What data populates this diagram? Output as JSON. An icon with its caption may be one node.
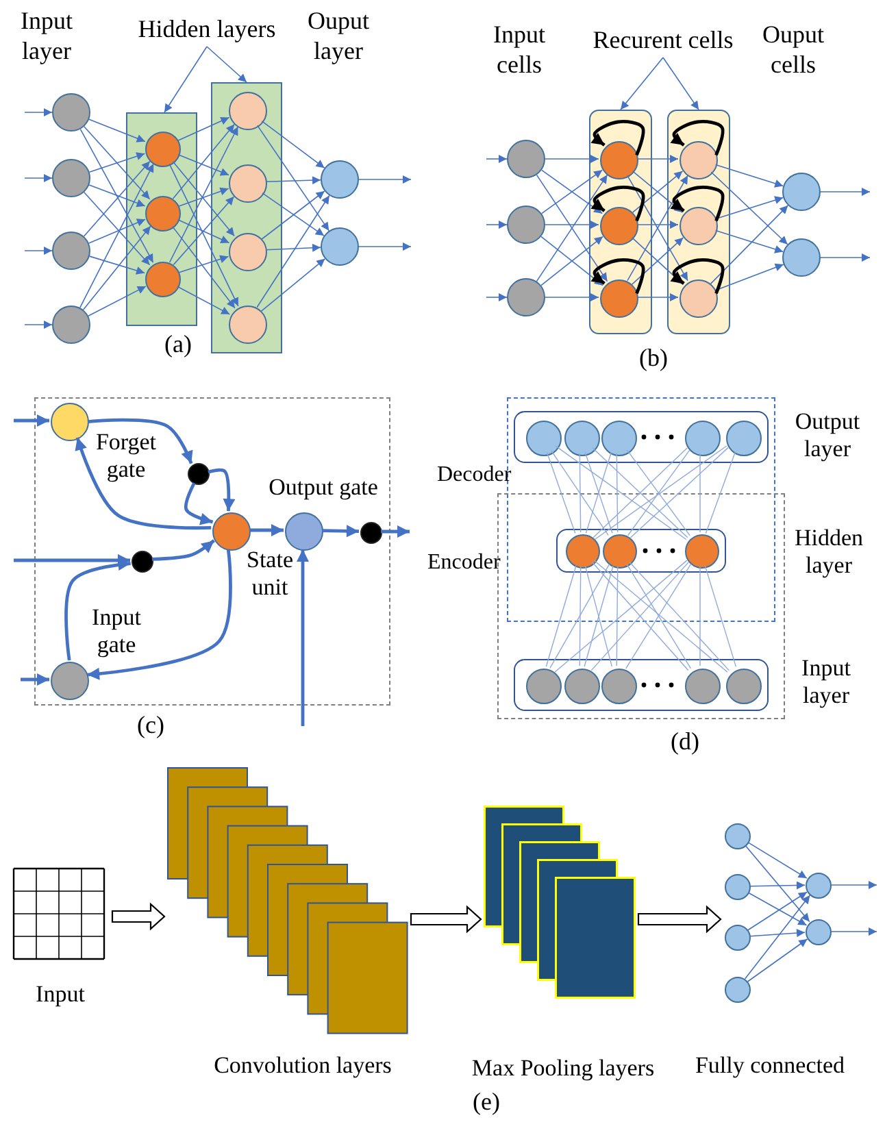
{
  "diagram": {
    "nodes": [
      {
        "text": [
          "Hidden layers"
        ]
      },
      {
        "text": [],
        "shape": "circle"
      },
      {
        "text": [],
        "shape": "circle"
      },
      {
        "text": [],
        "shape": "circle"
      },
      {
        "text": [],
        "shape": "circle"
      },
      {
        "text": [],
        "shape": "box"
      },
      {
        "text": [],
        "shape": "circle",
        "in": 5
      },
      {
        "text": [],
        "shape": "circle",
        "in": 5
      },
      {
        "text": [],
        "shape": "circle",
        "in": 5
      },
      {
        "text": [],
        "shape": "box"
      },
      {
        "text": [],
        "shape": "circle",
        "in": 9
      },
      {
        "text": [],
        "shape": "circle",
        "in": 9
      },
      {
        "text": [],
        "shape": "circle",
        "in": 9
      },
      {
        "text": [],
        "shape": "circle",
        "in": 9
      },
      {
        "text": [],
        "shape": "circle"
      },
      {
        "text": [],
        "shape": "circle"
      },
      {
        "text": [
          "Recurent cells"
        ]
      },
      {
        "text": [],
        "shape": "circle"
      },
      {
        "text": [],
        "shape": "circle"
      },
      {
        "text": [],
        "shape": "circle"
      },
      {
        "text": [],
        "shape": "box"
      },
      {
        "text": [],
        "shape": "circle",
        "in": 20
      },
      {
        "text": [],
        "shape": "circle",
        "in": 20
      },
      {
        "text": [],
        "shape": "circle",
        "in": 20
      },
      {
        "text": [],
        "shape": "box"
      },
      {
        "text": [],
        "shape": "circle",
        "in": 24
      },
      {
        "text": [],
        "shape": "circle",
        "in": 24
      },
      {
        "text": [],
        "shape": "circle",
        "in": 24
      },
      {
        "text": [],
        "shape": "circle"
      },
      {
        "text": [],
        "shape": "circle"
      },
      {
        "text": [],
        "shape": "box"
      },
      {
        "text": [],
        "shape": "circle",
        "in": 30,
        "beside": [
          "Forget gate"
        ]
      },
      {
        "text": [],
        "shape": "circle",
        "in": 30
      },
      {
        "text": [],
        "shape": "circle",
        "in": 30,
        "beside": [
          "State unit"
        ]
      },
      {
        "text": [],
        "shape": "circle",
        "in": 30,
        "beside": [
          "Output gate"
        ]
      },
      {
        "text": [],
        "shape": "circle",
        "in": 30
      },
      {
        "text": [],
        "shape": "circle",
        "in": 30
      },
      {
        "text": [],
        "shape": "circle",
        "in": 30,
        "beside": [
          "Input gate"
        ]
      },
      {
        "text": [
          "Decoder"
        ]
      },
      {
        "text": [],
        "shape": "box",
        "in": 38,
        "beside": [
          "Output layer"
        ]
      },
      {
        "text": [],
        "shape": "circle",
        "in": 39
      },
      {
        "text": [],
        "shape": "circle",
        "in": 39
      },
      {
        "text": [],
        "shape": "circle",
        "in": 39
      },
      {
        "text": [],
        "shape": "circle",
        "in": 39
      },
      {
        "text": [],
        "shape": "circle",
        "in": 39
      },
      {
        "text": [
          "Encoder"
        ]
      },
      {
        "text": [],
        "shape": "box",
        "beside": [
          "Hidden layer"
        ]
      },
      {
        "text": [],
        "shape": "circle",
        "in": 46
      },
      {
        "text": [],
        "shape": "circle",
        "in": 46
      },
      {
        "text": [],
        "shape": "circle",
        "in": 46
      },
      {
        "text": [],
        "shape": "box",
        "in": 45,
        "beside": [
          "Input layer"
        ]
      },
      {
        "text": [],
        "shape": "circle",
        "in": 50
      },
      {
        "text": [],
        "shape": "circle",
        "in": 50
      },
      {
        "text": [],
        "shape": "circle",
        "in": 50
      },
      {
        "text": [],
        "shape": "circle",
        "in": 50
      },
      {
        "text": [],
        "shape": "circle",
        "in": 50
      },
      {
        "text": [
          "Input"
        ]
      },
      {
        "text": [
          "Convolution layers"
        ]
      },
      {
        "text": [
          "Max Pooling layers"
        ]
      },
      {
        "text": [
          "Fully connected"
        ]
      },
      {
        "text": [],
        "shape": "circle",
        "in": 59
      },
      {
        "text": [],
        "shape": "circle",
        "in": 59
      },
      {
        "text": [],
        "shape": "circle",
        "in": 59
      },
      {
        "text": [],
        "shape": "circle",
        "in": 59
      },
      {
        "text": [],
        "shape": "circle",
        "in": 59
      },
      {
        "text": [],
        "shape": "circle",
        "in": 59
      }
    ],
    "edges": [
      {
        "from": null,
        "to": 1,
        "arrow": "to"
      },
      {
        "from": null,
        "to": 2,
        "arrow": "to"
      },
      {
        "from": null,
        "to": 3,
        "arrow": "to"
      },
      {
        "from": null,
        "to": 4,
        "arrow": "to"
      },
      {
        "from": 1,
        "to": 6,
        "arrow": "to"
      },
      {
        "from": 1,
        "to": 7,
        "arrow": "to"
      },
      {
        "from": 1,
        "to": 8,
        "arrow": "to"
      },
      {
        "from": 2,
        "to": 6,
        "arrow": "to"
      },
      {
        "from": 2,
        "to": 7,
        "arrow": "to"
      },
      {
        "from": 2,
        "to": 8,
        "arrow": "to"
      },
      {
        "from": 3,
        "to": 6,
        "arrow": "to"
      },
      {
        "from": 3,
        "to": 7,
        "arrow": "to"
      },
      {
        "from": 3,
        "to": 8,
        "arrow": "to"
      },
      {
        "from": 4,
        "to": 6,
        "arrow": "to"
      },
      {
        "from": 4,
        "to": 7,
        "arrow": "to"
      },
      {
        "from": 4,
        "to": 8,
        "arrow": "to"
      },
      {
        "from": 6,
        "to": 10,
        "arrow": "to"
      },
      {
        "from": 6,
        "to": 11,
        "arrow": "to"
      },
      {
        "from": 6,
        "to": 12,
        "arrow": "to"
      },
      {
        "from": 6,
        "to": 13,
        "arrow": "to"
      },
      {
        "from": 7,
        "to": 10,
        "arrow": "to"
      },
      {
        "from": 7,
        "to": 11,
        "arrow": "to"
      },
      {
        "from": 7,
        "to": 12,
        "arrow": "to"
      },
      {
        "from": 7,
        "to": 13,
        "arrow": "to"
      },
      {
        "from": 8,
        "to": 10,
        "arrow": "to"
      },
      {
        "from": 8,
        "to": 11,
        "arrow": "to"
      },
      {
        "from": 8,
        "to": 12,
        "arrow": "to"
      },
      {
        "from": 8,
        "to": 13,
        "arrow": "to"
      },
      {
        "from": 10,
        "to": 14,
        "arrow": "to"
      },
      {
        "from": 10,
        "to": 15,
        "arrow": "to"
      },
      {
        "from": 11,
        "to": 14,
        "arrow": "to"
      },
      {
        "from": 11,
        "to": 15,
        "arrow": "to"
      },
      {
        "from": 12,
        "to": 14,
        "arrow": "to"
      },
      {
        "from": 12,
        "to": 15,
        "arrow": "to"
      },
      {
        "from": 13,
        "to": 14,
        "arrow": "to"
      },
      {
        "from": 13,
        "to": 15,
        "arrow": "to"
      },
      {
        "from": 14,
        "to": null,
        "arrow": "to"
      },
      {
        "from": 15,
        "to": null,
        "arrow": "to"
      },
      {
        "from": 0,
        "to": 5,
        "arrow": "to"
      },
      {
        "from": 0,
        "to": 9,
        "arrow": "to"
      },
      {
        "from": null,
        "to": 17,
        "arrow": "to"
      },
      {
        "from": null,
        "to": 18,
        "arrow": "to"
      },
      {
        "from": null,
        "to": 19,
        "arrow": "to"
      },
      {
        "from": 17,
        "to": 21,
        "arrow": "to"
      },
      {
        "from": 17,
        "to": 22,
        "arrow": "to"
      },
      {
        "from": 17,
        "to": 23,
        "arrow": "to"
      },
      {
        "from": 18,
        "to": 21,
        "arrow": "to"
      },
      {
        "from": 18,
        "to": 22,
        "arrow": "to"
      },
      {
        "from": 18,
        "to": 23,
        "arrow": "to"
      },
      {
        "from": 19,
        "to": 21,
        "arrow": "to"
      },
      {
        "from": 19,
        "to": 22,
        "arrow": "to"
      },
      {
        "from": 19,
        "to": 23,
        "arrow": "to"
      },
      {
        "from": 21,
        "to": 25,
        "arrow": "to"
      },
      {
        "from": 21,
        "to": 26,
        "arrow": "to"
      },
      {
        "from": 21,
        "to": 27,
        "arrow": "to"
      },
      {
        "from": 22,
        "to": 25,
        "arrow": "to"
      },
      {
        "from": 22,
        "to": 26,
        "arrow": "to"
      },
      {
        "from": 22,
        "to": 27,
        "arrow": "to"
      },
      {
        "from": 23,
        "to": 25,
        "arrow": "to"
      },
      {
        "from": 23,
        "to": 26,
        "arrow": "to"
      },
      {
        "from": 23,
        "to": 27,
        "arrow": "to"
      },
      {
        "from": 25,
        "to": 28,
        "arrow": "to"
      },
      {
        "from": 25,
        "to": 29,
        "arrow": "to"
      },
      {
        "from": 26,
        "to": 28,
        "arrow": "to"
      },
      {
        "from": 26,
        "to": 29,
        "arrow": "to"
      },
      {
        "from": 27,
        "to": 28,
        "arrow": "to"
      },
      {
        "from": 27,
        "to": 29,
        "arrow": "to"
      },
      {
        "from": 28,
        "to": null,
        "arrow": "to"
      },
      {
        "from": 29,
        "to": null,
        "arrow": "to"
      },
      {
        "from": 21,
        "to": 21,
        "arrow": "to",
        "style": "thick",
        "color": "#000000"
      },
      {
        "from": 22,
        "to": 22,
        "arrow": "to",
        "style": "thick",
        "color": "#000000"
      },
      {
        "from": 23,
        "to": 23,
        "arrow": "to",
        "style": "thick",
        "color": "#000000"
      },
      {
        "from": 25,
        "to": 25,
        "arrow": "to",
        "style": "thick",
        "color": "#000000"
      },
      {
        "from": 26,
        "to": 26,
        "arrow": "to",
        "style": "thick",
        "color": "#000000"
      },
      {
        "from": 27,
        "to": 27,
        "arrow": "to",
        "style": "thick",
        "color": "#000000"
      },
      {
        "from": 16,
        "to": 20,
        "arrow": "to"
      },
      {
        "from": 16,
        "to": 24,
        "arrow": "to"
      },
      {
        "from": null,
        "to": 31,
        "arrow": "to",
        "style": "thick"
      },
      {
        "from": 31,
        "to": 32,
        "arrow": "to",
        "style": "thick"
      },
      {
        "from": 32,
        "to": 33,
        "arrow": "to",
        "style": "thick"
      },
      {
        "from": 32,
        "to": 33,
        "arrow": "to",
        "style": "thick"
      },
      {
        "from": 33,
        "to": 31,
        "arrow": "to",
        "style": "thick"
      },
      {
        "from": null,
        "to": 36,
        "arrow": "to",
        "style": "thick"
      },
      {
        "from": 37,
        "to": 36,
        "arrow": "to",
        "style": "thick"
      },
      {
        "from": 36,
        "to": 33,
        "arrow": "to",
        "style": "thick"
      },
      {
        "from": 33,
        "to": 37,
        "arrow": "to",
        "style": "thick"
      },
      {
        "from": null,
        "to": 37,
        "arrow": "to",
        "style": "thick"
      },
      {
        "from": 33,
        "to": 34,
        "arrow": "to",
        "style": "thick"
      },
      {
        "from": 34,
        "to": 35,
        "arrow": "to",
        "style": "thick"
      },
      {
        "from": 35,
        "to": null,
        "arrow": "to",
        "style": "thick"
      },
      {
        "from": null,
        "to": 34,
        "arrow": "to",
        "style": "thick"
      },
      {
        "from": 47,
        "to": 40,
        "arrow": "none",
        "color": "#8faadc"
      },
      {
        "from": 47,
        "to": 41,
        "arrow": "none",
        "color": "#8faadc"
      },
      {
        "from": 47,
        "to": 42,
        "arrow": "none",
        "color": "#8faadc"
      },
      {
        "from": 47,
        "to": 43,
        "arrow": "none",
        "color": "#8faadc"
      },
      {
        "from": 47,
        "to": 44,
        "arrow": "none",
        "color": "#8faadc"
      },
      {
        "from": 48,
        "to": 40,
        "arrow": "none",
        "color": "#8faadc"
      },
      {
        "from": 48,
        "to": 41,
        "arrow": "none",
        "color": "#8faadc"
      },
      {
        "from": 48,
        "to": 42,
        "arrow": "none",
        "color": "#8faadc"
      },
      {
        "from": 48,
        "to": 43,
        "arrow": "none",
        "color": "#8faadc"
      },
      {
        "from": 48,
        "to": 44,
        "arrow": "none",
        "color": "#8faadc"
      },
      {
        "from": 49,
        "to": 40,
        "arrow": "none",
        "color": "#8faadc"
      },
      {
        "from": 49,
        "to": 41,
        "arrow": "none",
        "color": "#8faadc"
      },
      {
        "from": 49,
        "to": 42,
        "arrow": "none",
        "color": "#8faadc"
      },
      {
        "from": 49,
        "to": 43,
        "arrow": "none",
        "color": "#8faadc"
      },
      {
        "from": 49,
        "to": 44,
        "arrow": "none",
        "color": "#8faadc"
      },
      {
        "from": 51,
        "to": 47,
        "arrow": "none",
        "color": "#8faadc"
      },
      {
        "from": 51,
        "to": 48,
        "arrow": "none",
        "color": "#8faadc"
      },
      {
        "from": 51,
        "to": 49,
        "arrow": "none",
        "color": "#8faadc"
      },
      {
        "from": 52,
        "to": 47,
        "arrow": "none",
        "color": "#8faadc"
      },
      {
        "from": 52,
        "to": 48,
        "arrow": "none",
        "color": "#8faadc"
      },
      {
        "from": 52,
        "to": 49,
        "arrow": "none",
        "color": "#8faadc"
      },
      {
        "from": 53,
        "to": 47,
        "arrow": "none",
        "color": "#8faadc"
      },
      {
        "from": 53,
        "to": 48,
        "arrow": "none",
        "color": "#8faadc"
      },
      {
        "from": 53,
        "to": 49,
        "arrow": "none",
        "color": "#8faadc"
      },
      {
        "from": 54,
        "to": 47,
        "arrow": "none",
        "color": "#8faadc"
      },
      {
        "from": 54,
        "to": 48,
        "arrow": "none",
        "color": "#8faadc"
      },
      {
        "from": 54,
        "to": 49,
        "arrow": "none",
        "color": "#8faadc"
      },
      {
        "from": 55,
        "to": 47,
        "arrow": "none",
        "color": "#8faadc"
      },
      {
        "from": 55,
        "to": 48,
        "arrow": "none",
        "color": "#8faadc"
      },
      {
        "from": 55,
        "to": 49,
        "arrow": "none",
        "color": "#8faadc"
      },
      {
        "from": 56,
        "to": 57,
        "arrow": "to",
        "color": "#000000"
      },
      {
        "from": 57,
        "to": 58,
        "arrow": "to",
        "color": "#000000"
      },
      {
        "from": 58,
        "to": 59,
        "arrow": "to",
        "color": "#000000"
      },
      {
        "from": 60,
        "to": 64,
        "arrow": "to"
      },
      {
        "from": 60,
        "to": 65,
        "arrow": "to"
      },
      {
        "from": 61,
        "to": 64,
        "arrow": "to"
      },
      {
        "from": 61,
        "to": 65,
        "arrow": "to"
      },
      {
        "from": 62,
        "to": 64,
        "arrow": "to"
      },
      {
        "from": 62,
        "to": 65,
        "arrow": "to"
      },
      {
        "from": 63,
        "to": 64,
        "arrow": "to"
      },
      {
        "from": 63,
        "to": 65,
        "arrow": "to"
      },
      {
        "from": 64,
        "to": null,
        "arrow": "to"
      },
      {
        "from": 65,
        "to": null,
        "arrow": "to"
      }
    ],
    "labels": [
      "Input layer",
      "Ouput layer",
      "Input cells",
      "Ouput cells",
      "(a)",
      "(b)",
      "(c)",
      "(d)",
      "(e)"
    ]
  }
}
